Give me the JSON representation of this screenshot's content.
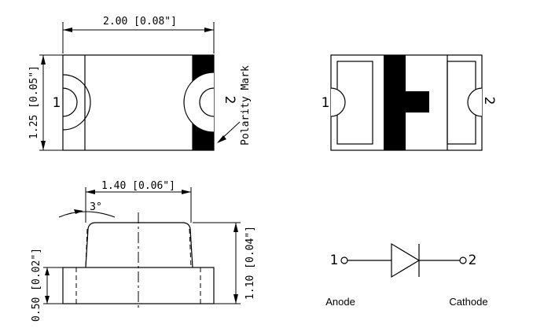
{
  "top_view": {
    "width_dim": "2.00 [0.08\"]",
    "height_dim": "1.25 [0.05\"]",
    "pin1": "1",
    "pin2": "2",
    "polarity_label": "Polarity Mark"
  },
  "side_view": {
    "body_width_dim": "1.40 [0.06\"]",
    "angle_dim": "3°",
    "base_height_dim": "0.50 [0.02\"]",
    "total_height_dim": "1.10 [0.04\"]"
  },
  "bottom_view": {
    "pin1": "1",
    "pin2": "2"
  },
  "schematic": {
    "pin1": "1",
    "pin2": "2",
    "anode_label": "Anode",
    "cathode_label": "Cathode"
  }
}
